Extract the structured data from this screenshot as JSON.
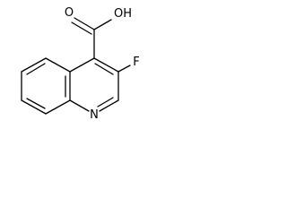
{
  "structure": {
    "atoms": {
      "hydroxyl": "OH",
      "carbonyl_oxygen": "O",
      "fluorine": "F",
      "ring_nitrogen": "N"
    }
  }
}
